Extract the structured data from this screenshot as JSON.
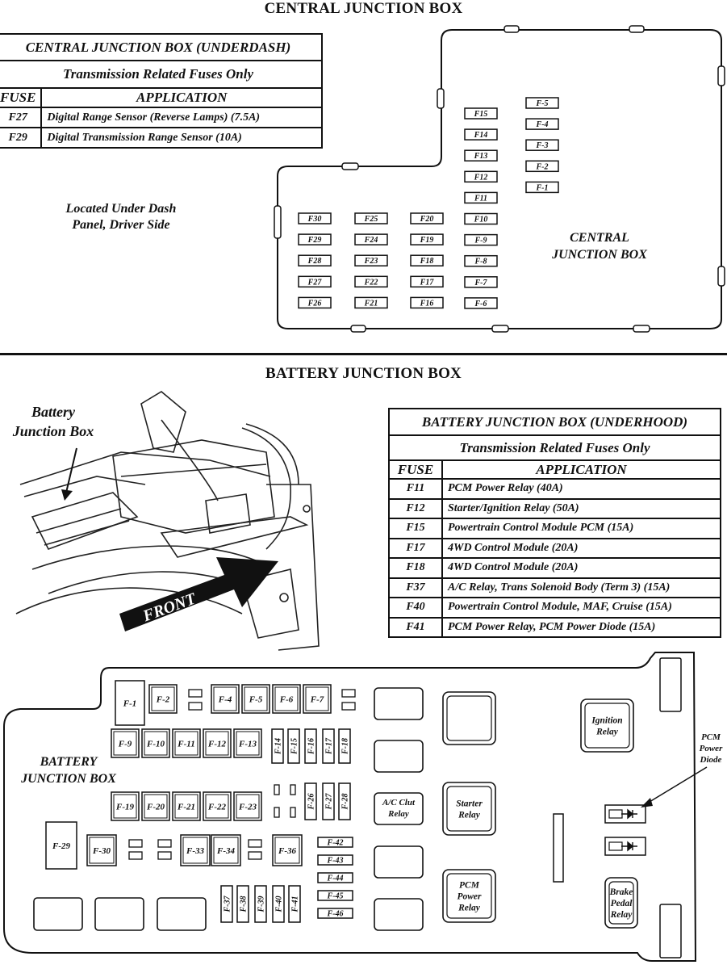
{
  "central": {
    "section_title": "CENTRAL JUNCTION BOX",
    "table": {
      "title": "CENTRAL JUNCTION BOX (UNDERDASH)",
      "subtitle": "Transmission Related Fuses Only",
      "col_fuse": "FUSE",
      "col_application": "APPLICATION",
      "rows": [
        {
          "fuse": "F27",
          "application": "Digital Range Sensor (Reverse Lamps) (7.5A)"
        },
        {
          "fuse": "F29",
          "application": "Digital Transmission Range Sensor (10A)"
        }
      ]
    },
    "location_line1": "Located Under Dash",
    "location_line2": "Panel, Driver Side",
    "box_label_line1": "CENTRAL",
    "box_label_line2": "JUNCTION BOX",
    "fuse_col1": [
      "F30",
      "F29",
      "F28",
      "F27",
      "F26"
    ],
    "fuse_col2": [
      "F25",
      "F24",
      "F23",
      "F22",
      "F21"
    ],
    "fuse_col3": [
      "F20",
      "F19",
      "F18",
      "F17",
      "F16"
    ],
    "fuse_col4": [
      "F15",
      "F14",
      "F13",
      "F12",
      "F11",
      "F10",
      "F-9",
      "F-8",
      "F-7",
      "F-6"
    ],
    "fuse_col5": [
      "F-5",
      "F-4",
      "F-3",
      "F-2",
      "F-1"
    ]
  },
  "battery": {
    "section_title": "BATTERY JUNCTION BOX",
    "callout_line1": "Battery",
    "callout_line2": "Junction Box",
    "front_label": "FRONT",
    "table": {
      "title": "BATTERY JUNCTION BOX (UNDERHOOD)",
      "subtitle": "Transmission Related Fuses Only",
      "col_fuse": "FUSE",
      "col_application": "APPLICATION",
      "rows": [
        {
          "fuse": "F11",
          "application": "PCM Power Relay (40A)"
        },
        {
          "fuse": "F12",
          "application": "Starter/Ignition Relay (50A)"
        },
        {
          "fuse": "F15",
          "application": "Powertrain Control Module PCM (15A)"
        },
        {
          "fuse": "F17",
          "application": "4WD Control Module (20A)"
        },
        {
          "fuse": "F18",
          "application": "4WD Control Module (20A)"
        },
        {
          "fuse": "F37",
          "application": "A/C Relay, Trans Solenoid Body (Term 3) (15A)"
        },
        {
          "fuse": "F40",
          "application": "Powertrain Control Module, MAF, Cruise  (15A)"
        },
        {
          "fuse": "F41",
          "application": "PCM Power Relay, PCM Power Diode  (15A)"
        }
      ]
    },
    "box_label_line1": "BATTERY",
    "box_label_line2": "JUNCTION BOX",
    "fuses_row1": [
      "F-1",
      "F-2",
      "F-4",
      "F-5",
      "F-6",
      "F-7"
    ],
    "fuses_row2": [
      "F-9",
      "F-10",
      "F-11",
      "F-12",
      "F-13"
    ],
    "fuses_row2_vertical": [
      "F-14",
      "F-15",
      "F-16",
      "F-17",
      "F-18"
    ],
    "fuses_row3": [
      "F-19",
      "F-20",
      "F-21",
      "F-22",
      "F-23"
    ],
    "fuses_row3_vertical": [
      "F-26",
      "F-27",
      "F-28"
    ],
    "fuses_row4": [
      "F-29",
      "F-30",
      "F-33",
      "F-34",
      "F-36"
    ],
    "fuses_side_stack": [
      "F-42",
      "F-43",
      "F-44",
      "F-45",
      "F-46"
    ],
    "fuses_row5_vertical": [
      "F-37",
      "F-38",
      "F-39",
      "F-40",
      "F-41"
    ],
    "relay_ac_line1": "A/C Clut",
    "relay_ac_line2": "Relay",
    "relay_starter_line1": "Starter",
    "relay_starter_line2": "Relay",
    "relay_pcm_line1": "PCM",
    "relay_pcm_line2": "Power",
    "relay_pcm_line3": "Relay",
    "relay_ignition_line1": "Ignition",
    "relay_ignition_line2": "Relay",
    "relay_brake_line1": "Brake",
    "relay_brake_line2": "Pedal",
    "relay_brake_line3": "Relay",
    "diode_label_line1": "PCM",
    "diode_label_line2": "Power",
    "diode_label_line3": "Diode"
  }
}
